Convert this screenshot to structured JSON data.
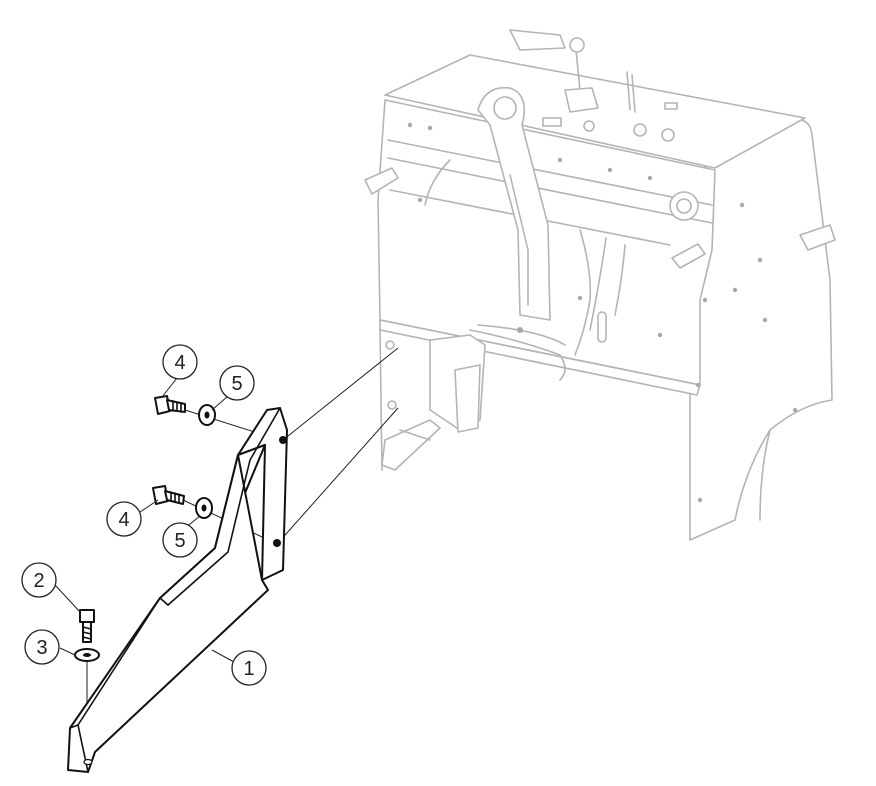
{
  "callouts": [
    {
      "id": "part-1",
      "label": "1"
    },
    {
      "id": "part-2",
      "label": "2"
    },
    {
      "id": "part-3",
      "label": "3"
    },
    {
      "id": "part-4-upper",
      "label": "4"
    },
    {
      "id": "part-5-upper",
      "label": "5"
    },
    {
      "id": "part-4-lower",
      "label": "4"
    },
    {
      "id": "part-5-lower",
      "label": "5"
    }
  ],
  "colors": {
    "background": "#ffffff",
    "part_outline": "#111111",
    "ghost_outline": "#b4b4b4"
  }
}
